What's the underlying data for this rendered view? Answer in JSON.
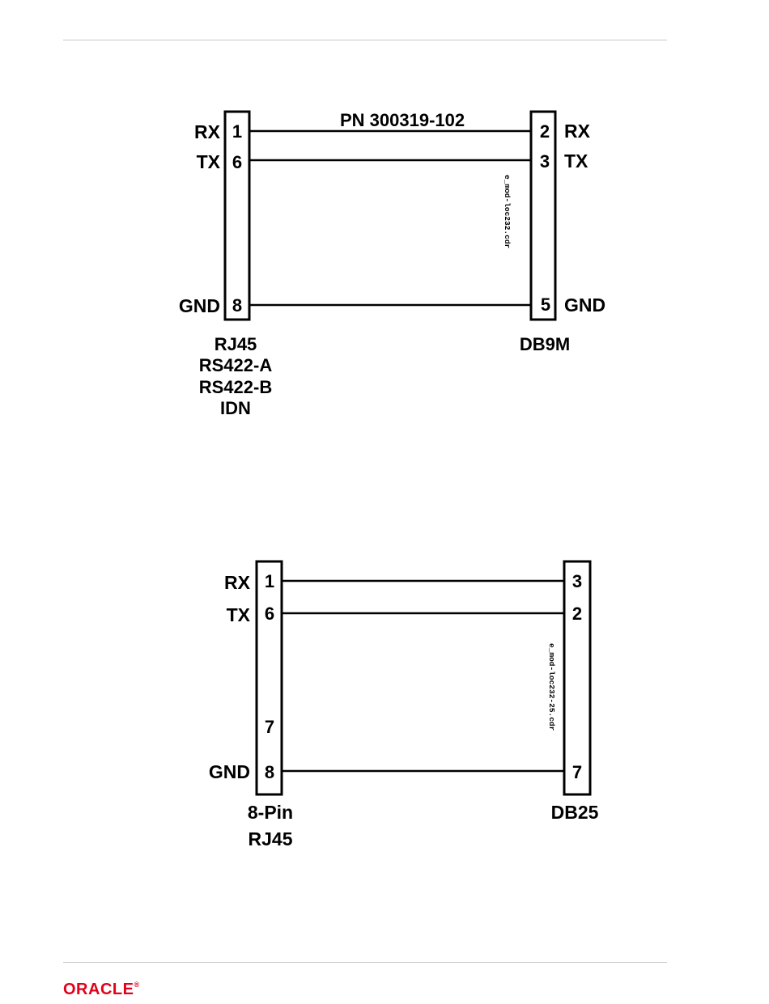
{
  "brand": {
    "name": "ORACLE",
    "color": "#e3001b",
    "mark": "®"
  },
  "diagram1": {
    "part_number": "PN 300319-102",
    "file_label": "e_mod-loc232.cdr",
    "left_signals": [
      "RX",
      "TX",
      "GND"
    ],
    "left_pins": [
      "1",
      "6",
      "8"
    ],
    "right_pins": [
      "2",
      "3",
      "5"
    ],
    "right_signals": [
      "RX",
      "TX",
      "GND"
    ],
    "left_connector": [
      "RJ45",
      "RS422-A",
      "RS422-B",
      "IDN"
    ],
    "right_connector": "DB9M"
  },
  "diagram2": {
    "file_label": "e_mod-loc232-25.cdr",
    "left_signals": [
      "RX",
      "TX",
      "GND"
    ],
    "left_pins": [
      "1",
      "6",
      "7",
      "8"
    ],
    "right_pins": [
      "3",
      "2",
      "7"
    ],
    "left_connector": [
      "8-Pin",
      "RJ45"
    ],
    "right_connector": "DB25"
  }
}
